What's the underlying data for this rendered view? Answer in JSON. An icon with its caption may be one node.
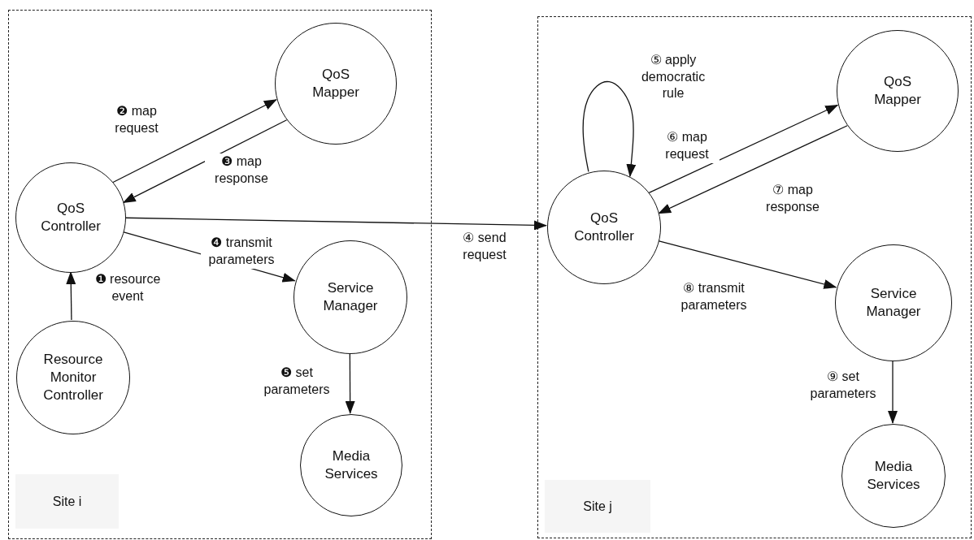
{
  "diagram": {
    "nodes": [
      {
        "text": [
          "Site i"
        ]
      },
      {
        "text": [
          "QoS Mapper"
        ],
        "in": 0
      },
      {
        "text": [
          "QoS Controller"
        ],
        "in": 0
      },
      {
        "text": [
          "Service Manager"
        ],
        "in": 0
      },
      {
        "text": [
          "Resource Monitor Controller"
        ],
        "in": 0
      },
      {
        "text": [
          "Media Services"
        ],
        "in": 0
      },
      {
        "text": [
          "Site j"
        ]
      },
      {
        "text": [
          "QoS Controller"
        ],
        "in": 6
      },
      {
        "text": [
          "QoS Mapper"
        ],
        "in": 6
      },
      {
        "text": [
          "Service Manager"
        ],
        "in": 6
      },
      {
        "text": [
          "Media Services"
        ],
        "in": 6
      }
    ],
    "edges": [
      {
        "from": 4,
        "to": 2,
        "arrow": "to",
        "label": "❶ resource event"
      },
      {
        "from": 2,
        "to": 1,
        "arrow": "to",
        "label": "❷ map request"
      },
      {
        "from": 1,
        "to": 2,
        "arrow": "to",
        "label": "❸ map response"
      },
      {
        "from": 2,
        "to": 3,
        "arrow": "to",
        "label": "❹ transmit parameters"
      },
      {
        "from": 3,
        "to": 5,
        "arrow": "to",
        "label": "❺ set parameters"
      },
      {
        "from": 2,
        "to": 7,
        "arrow": "to",
        "label": "④ send request"
      },
      {
        "from": 7,
        "to": 7,
        "arrow": "to",
        "label": "⑤ apply democratic rule"
      },
      {
        "from": 7,
        "to": 8,
        "arrow": "to",
        "label": "⑥ map request"
      },
      {
        "from": 8,
        "to": 7,
        "arrow": "to",
        "label": "⑦ map response"
      },
      {
        "from": 7,
        "to": 9,
        "arrow": "to",
        "label": "⑧ transmit parameters"
      },
      {
        "from": 9,
        "to": 10,
        "arrow": "to",
        "label": "⑨ set parameters"
      }
    ]
  }
}
